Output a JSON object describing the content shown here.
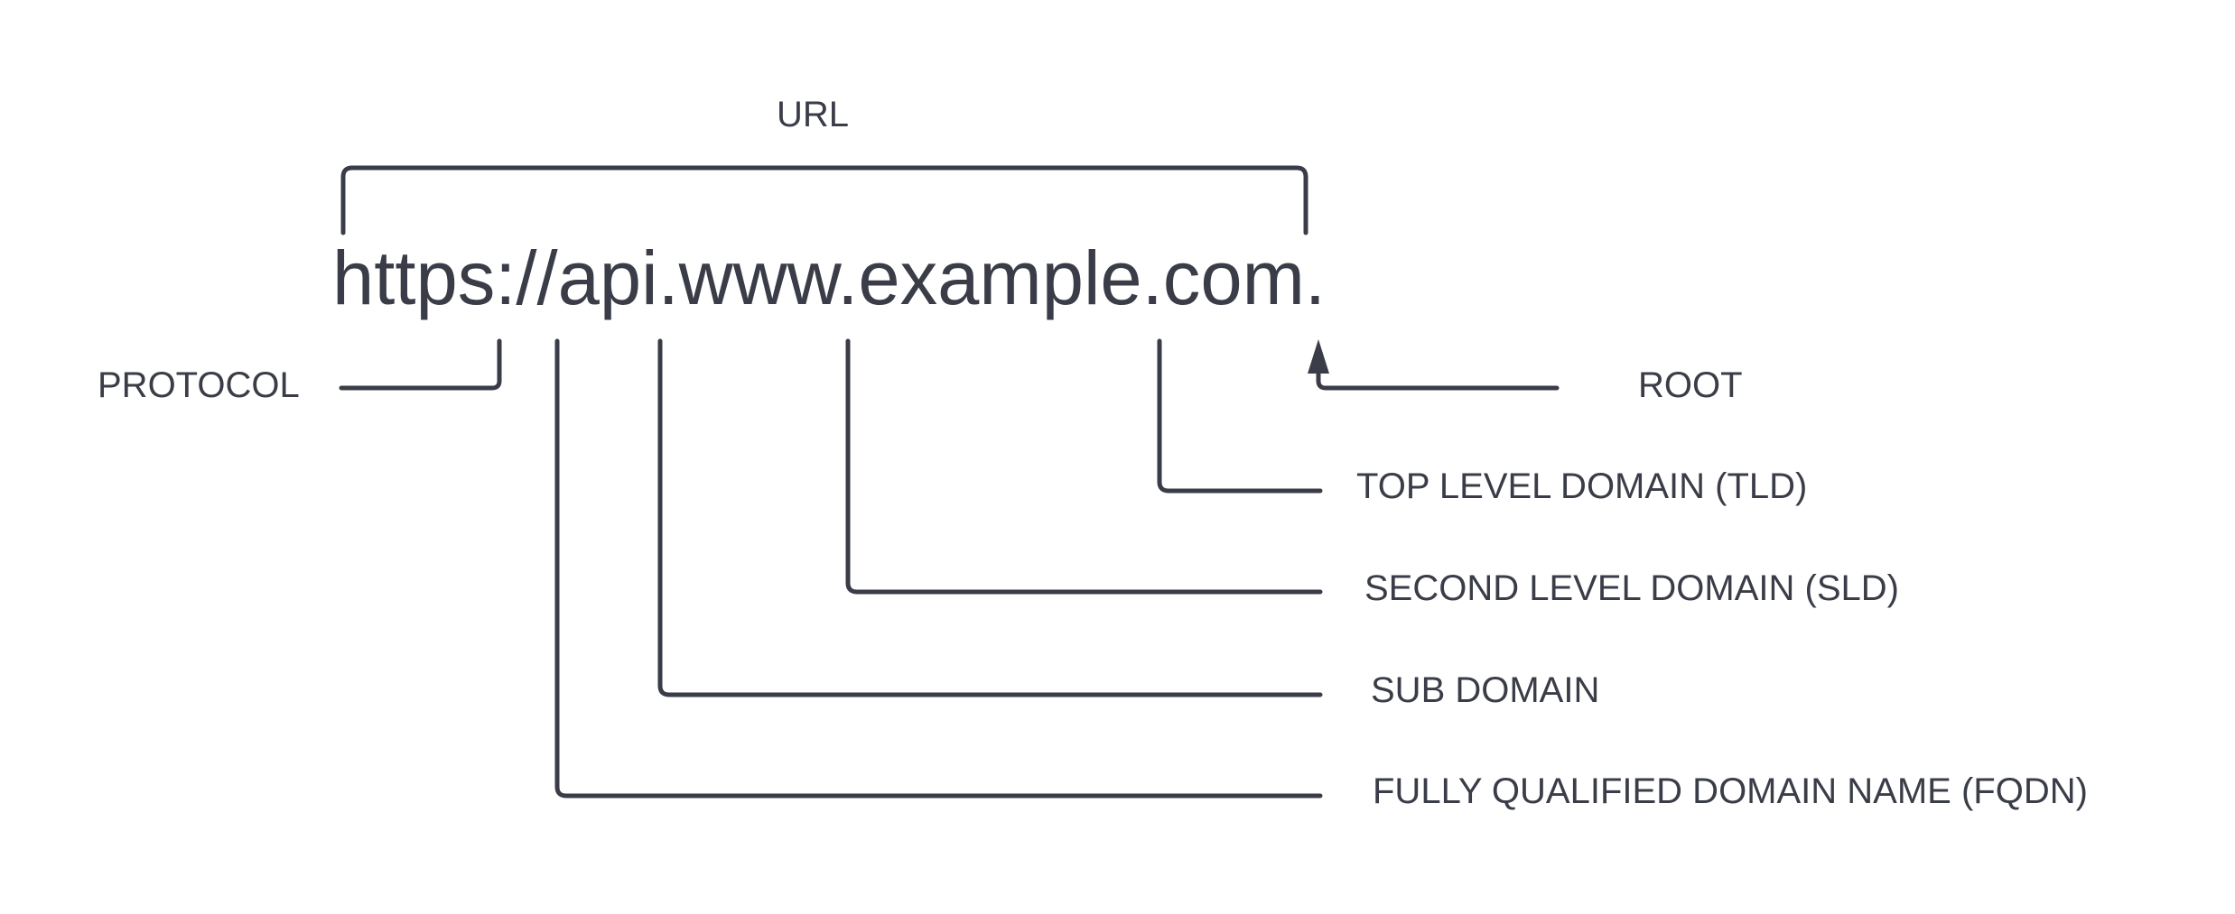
{
  "diagram": {
    "url_caption": "URL",
    "url_example": "https://api.www.example.com.",
    "labels": {
      "protocol": "PROTOCOL",
      "root": "ROOT",
      "tld": "TOP LEVEL DOMAIN (TLD)",
      "sld": "SECOND LEVEL DOMAIN (SLD)",
      "sub_domain": "SUB DOMAIN",
      "fqdn": "FULLY QUALIFIED DOMAIN NAME (FQDN)"
    }
  },
  "colors": {
    "ink": "#3a3d47",
    "background": "#ffffff"
  }
}
